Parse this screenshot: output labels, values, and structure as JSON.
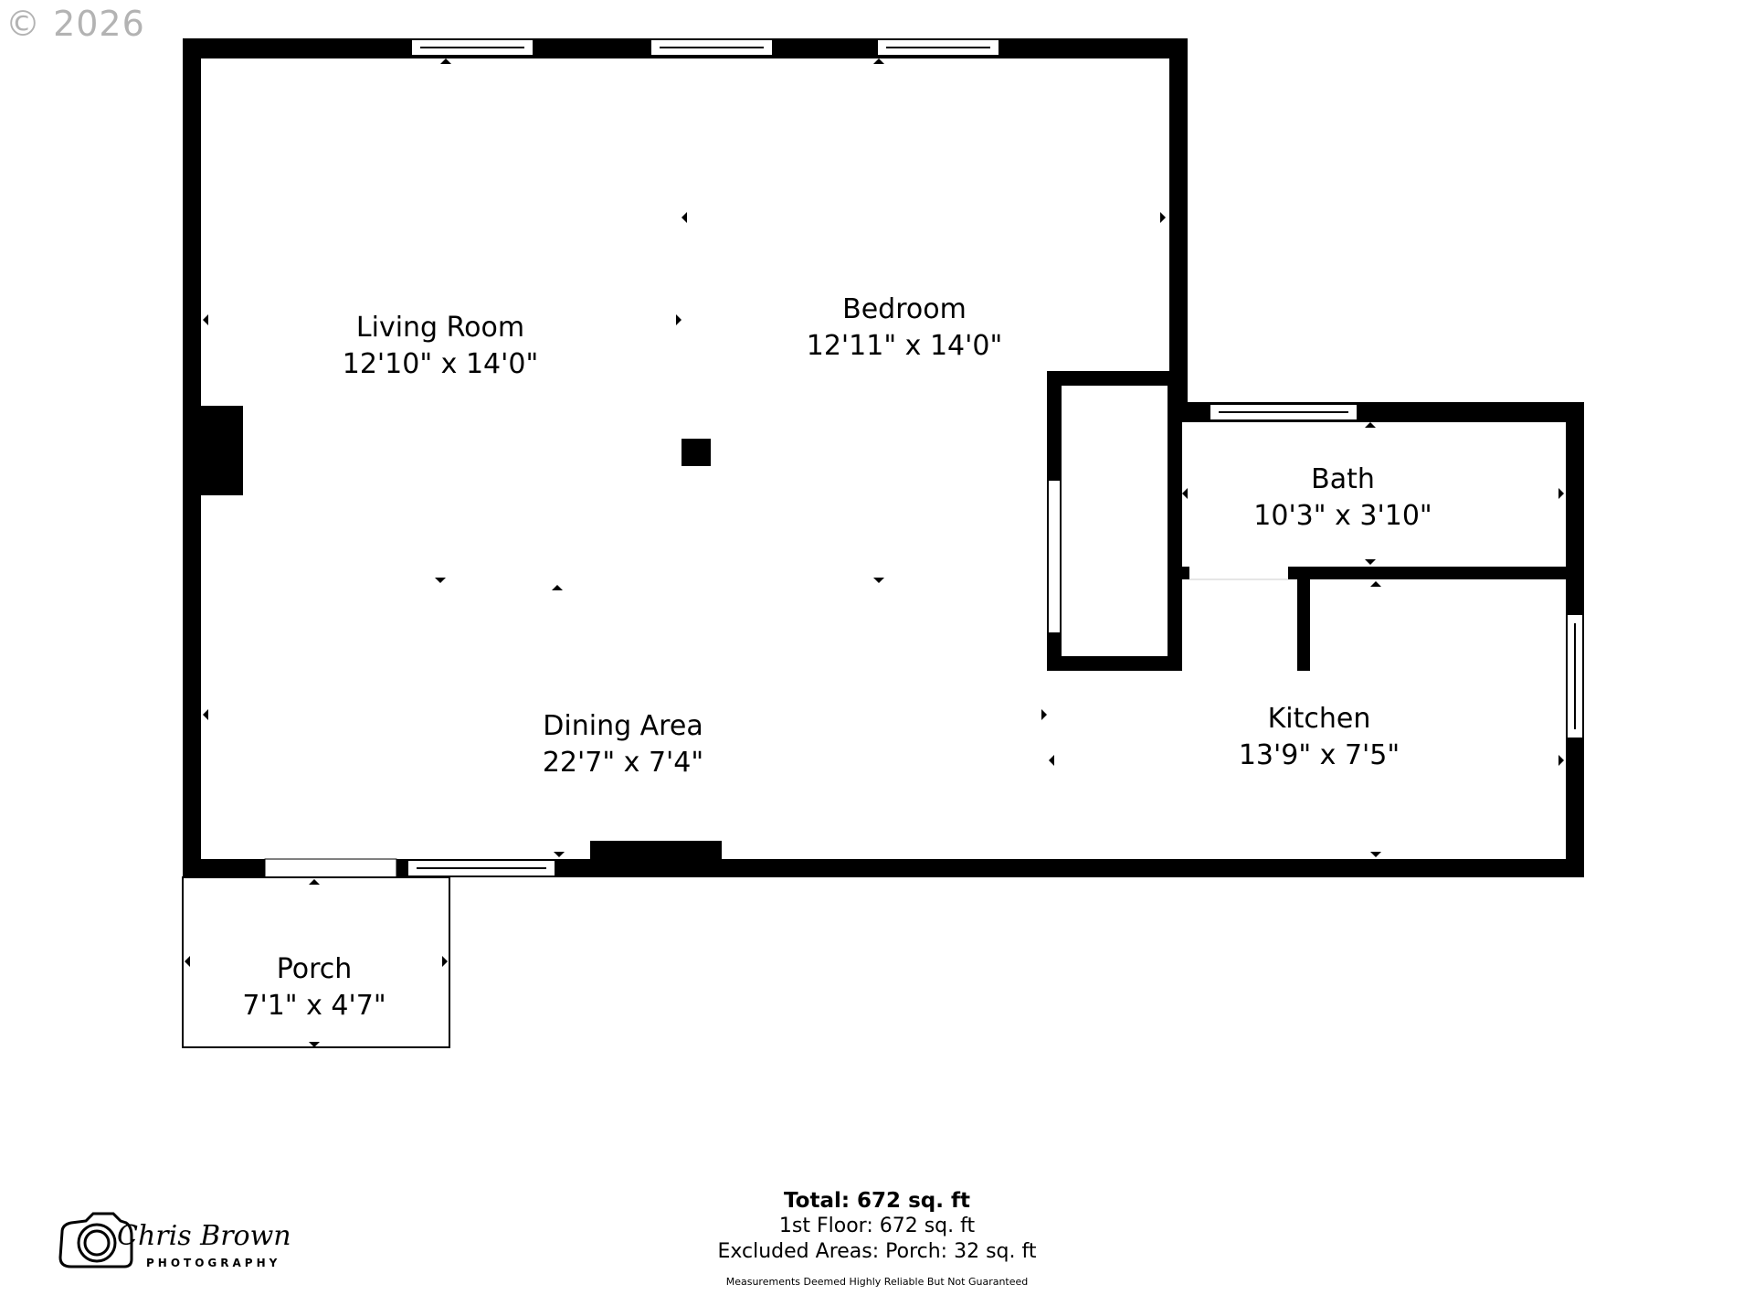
{
  "copyright": "© 2026",
  "rooms": {
    "living_room": {
      "name": "Living Room",
      "dims": "12'10\" x 14'0\""
    },
    "bedroom": {
      "name": "Bedroom",
      "dims": "12'11\" x 14'0\""
    },
    "bath": {
      "name": "Bath",
      "dims": "10'3\" x 3'10\""
    },
    "dining_area": {
      "name": "Dining Area",
      "dims": "22'7\" x 7'4\""
    },
    "kitchen": {
      "name": "Kitchen",
      "dims": "13'9\" x 7'5\""
    },
    "porch": {
      "name": "Porch",
      "dims": "7'1\" x 4'7\""
    }
  },
  "totals": {
    "total": "Total: 672 sq. ft",
    "first_floor": "1st Floor: 672 sq. ft",
    "excluded": "Excluded Areas: Porch: 32 sq. ft",
    "disclaimer": "Measurements Deemed Highly Reliable But Not Guaranteed"
  },
  "logo": {
    "script": "Chris Brown",
    "sub": "PHOTOGRAPHY"
  },
  "colors": {
    "wall": "#000000",
    "window": "#ffffff",
    "copyright": "#b3b3b3"
  }
}
